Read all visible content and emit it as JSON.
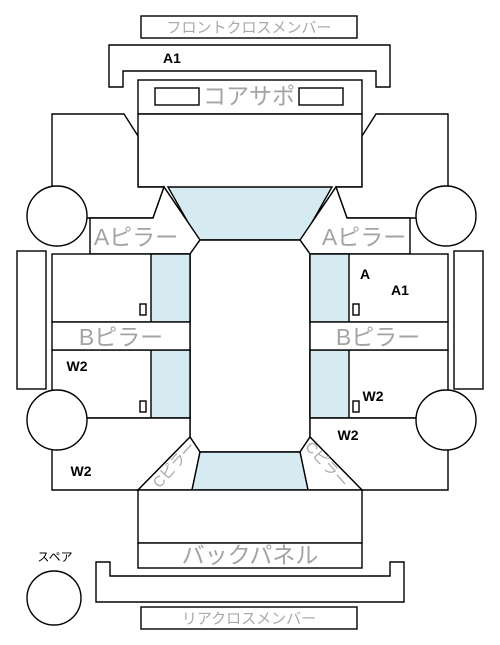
{
  "labels": {
    "front_cross_member": "フロントクロスメンバー",
    "core_support": "コアサポ",
    "a_pillar": "Aピラー",
    "b_pillar": "Bピラー",
    "c_pillar": "Cピラー",
    "back_panel": "バックパネル",
    "rear_cross_member": "リアクロスメンバー",
    "spare": "スペア"
  },
  "damage_marks": {
    "a1_front": "A1",
    "a_right": "A",
    "a1_right": "A1",
    "w2_left_mid": "W2",
    "w2_right_mid": "W2",
    "w2_right_lower": "W2",
    "w2_left_lower": "W2"
  },
  "colors": {
    "glass": "#d5eaf1",
    "label_gray": "#a9a9a9",
    "line": "#000000"
  }
}
